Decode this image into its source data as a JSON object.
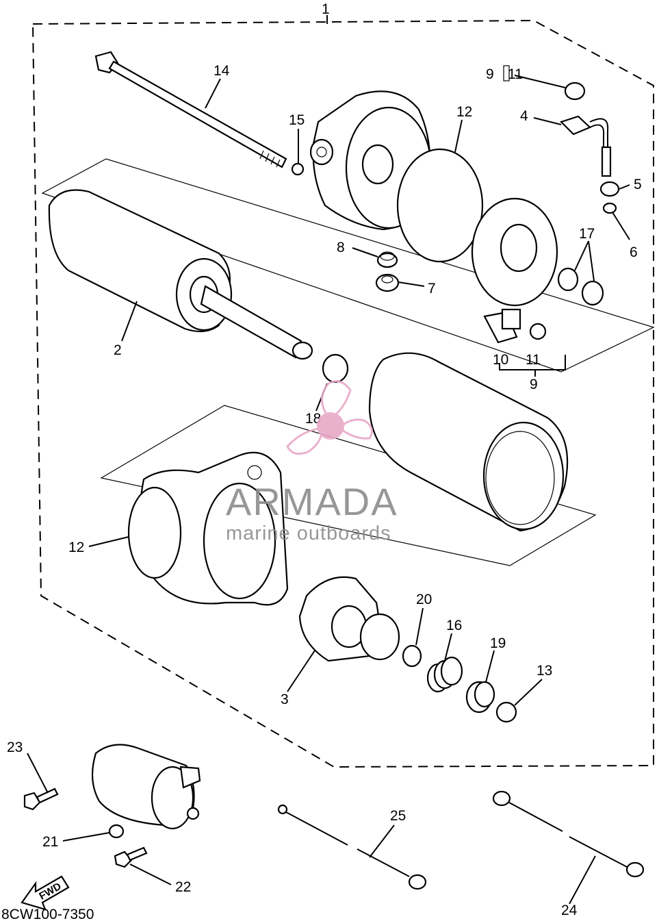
{
  "diagram": {
    "code": "8CW100-7350",
    "fwd_label": "FWD",
    "labels": {
      "l1": "1",
      "l2": "2",
      "l3": "3",
      "l4": "4",
      "l5": "5",
      "l6": "6",
      "l7": "7",
      "l8": "8",
      "l9a": "9",
      "l11a": "11",
      "l9b": "9",
      "l10": "10",
      "l11b": "11",
      "l12a": "12",
      "l12b": "12",
      "l13": "13",
      "l14": "14",
      "l15": "15",
      "l16": "16",
      "l17": "17",
      "l18": "18",
      "l19": "19",
      "l20": "20",
      "l21": "21",
      "l22": "22",
      "l23": "23",
      "l24": "24",
      "l25": "25"
    }
  },
  "watermark": {
    "brand": "ARMADA",
    "tagline": "marine outboards",
    "color": "#e8a9c8"
  }
}
